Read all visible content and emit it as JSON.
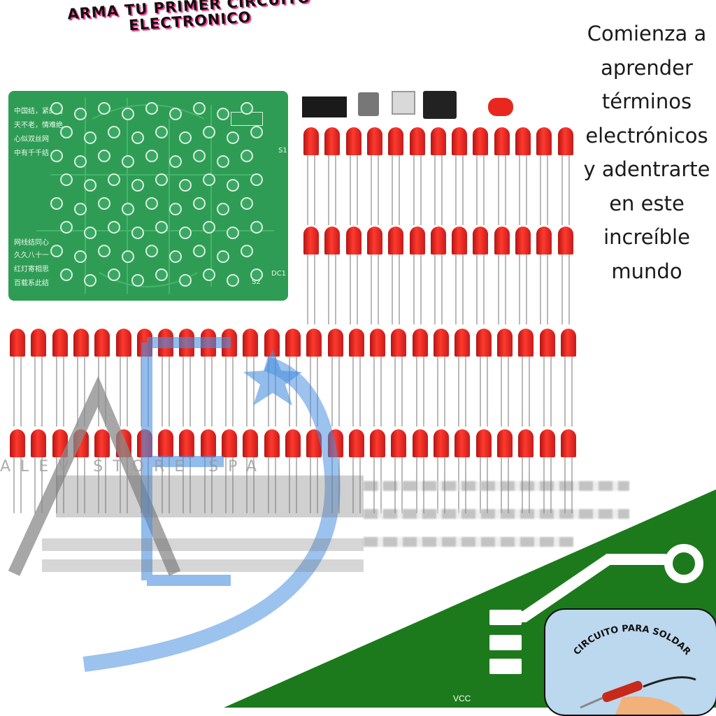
{
  "title": {
    "line1": "ARMA TU PRIMER CIRCUITO",
    "line2": "ELECTRONICO"
  },
  "tagline": {
    "lines": [
      "Comienza a",
      "aprender",
      "términos",
      "electrónicos",
      "y adentrarte",
      "en este",
      "increíble",
      "mundo"
    ]
  },
  "pcb": {
    "poem_lines": [
      "中国结，紧的结",
      "天不老，情难绝",
      "心似双丝网",
      "中有千千结",
      "网线结同心",
      "久久八十一",
      "红灯寄相思",
      "百载系此结"
    ],
    "labels": [
      "S1",
      "S2",
      "DC1"
    ],
    "board_color": "#2f9c55"
  },
  "watermark": {
    "text": "ALEV STORE SPA"
  },
  "badge": {
    "text": "CIRCUITO PARA SOLDAR",
    "background": "#bcd8ee"
  },
  "footer": {
    "vcc_label": "VCC"
  },
  "colors": {
    "green_band": "#1c7a1c",
    "led_red": "#e8281e",
    "watermark_blue": "#4a8fe0",
    "watermark_gray": "#8a8a8a"
  },
  "led_counts": {
    "top_rows": 13,
    "bottom_rows": 27
  }
}
